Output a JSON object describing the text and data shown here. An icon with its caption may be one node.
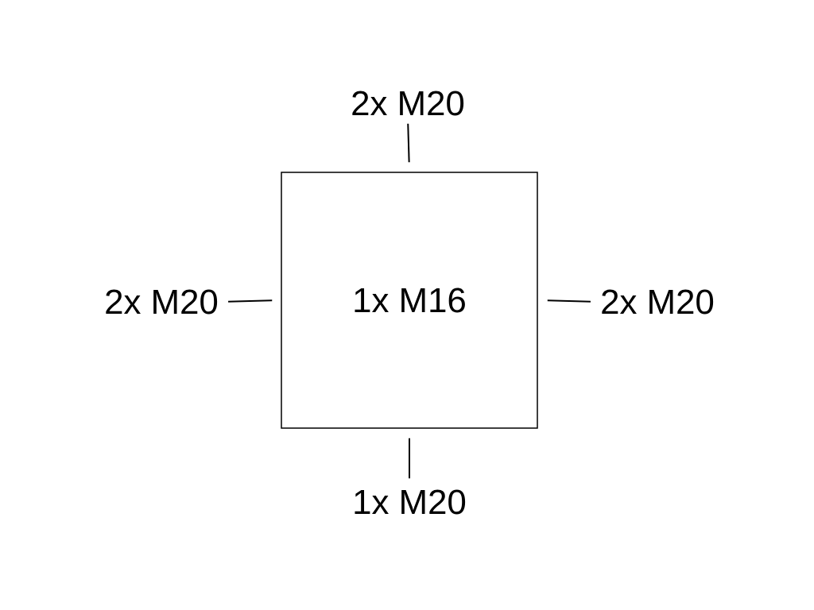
{
  "diagram": {
    "nodes": [
      {
        "text": [
          "1x M16"
        ]
      },
      {
        "text": [
          "2x M20"
        ]
      },
      {
        "text": [
          "2x M20"
        ]
      },
      {
        "text": [
          "2x M20"
        ]
      },
      {
        "text": [
          "1x M20"
        ]
      }
    ],
    "edges": [
      {
        "from": 1,
        "to": 0,
        "arrow": "none"
      },
      {
        "from": 2,
        "to": 0,
        "arrow": "none"
      },
      {
        "from": 3,
        "to": 0,
        "arrow": "none"
      },
      {
        "from": 4,
        "to": 0,
        "arrow": "none"
      }
    ]
  }
}
